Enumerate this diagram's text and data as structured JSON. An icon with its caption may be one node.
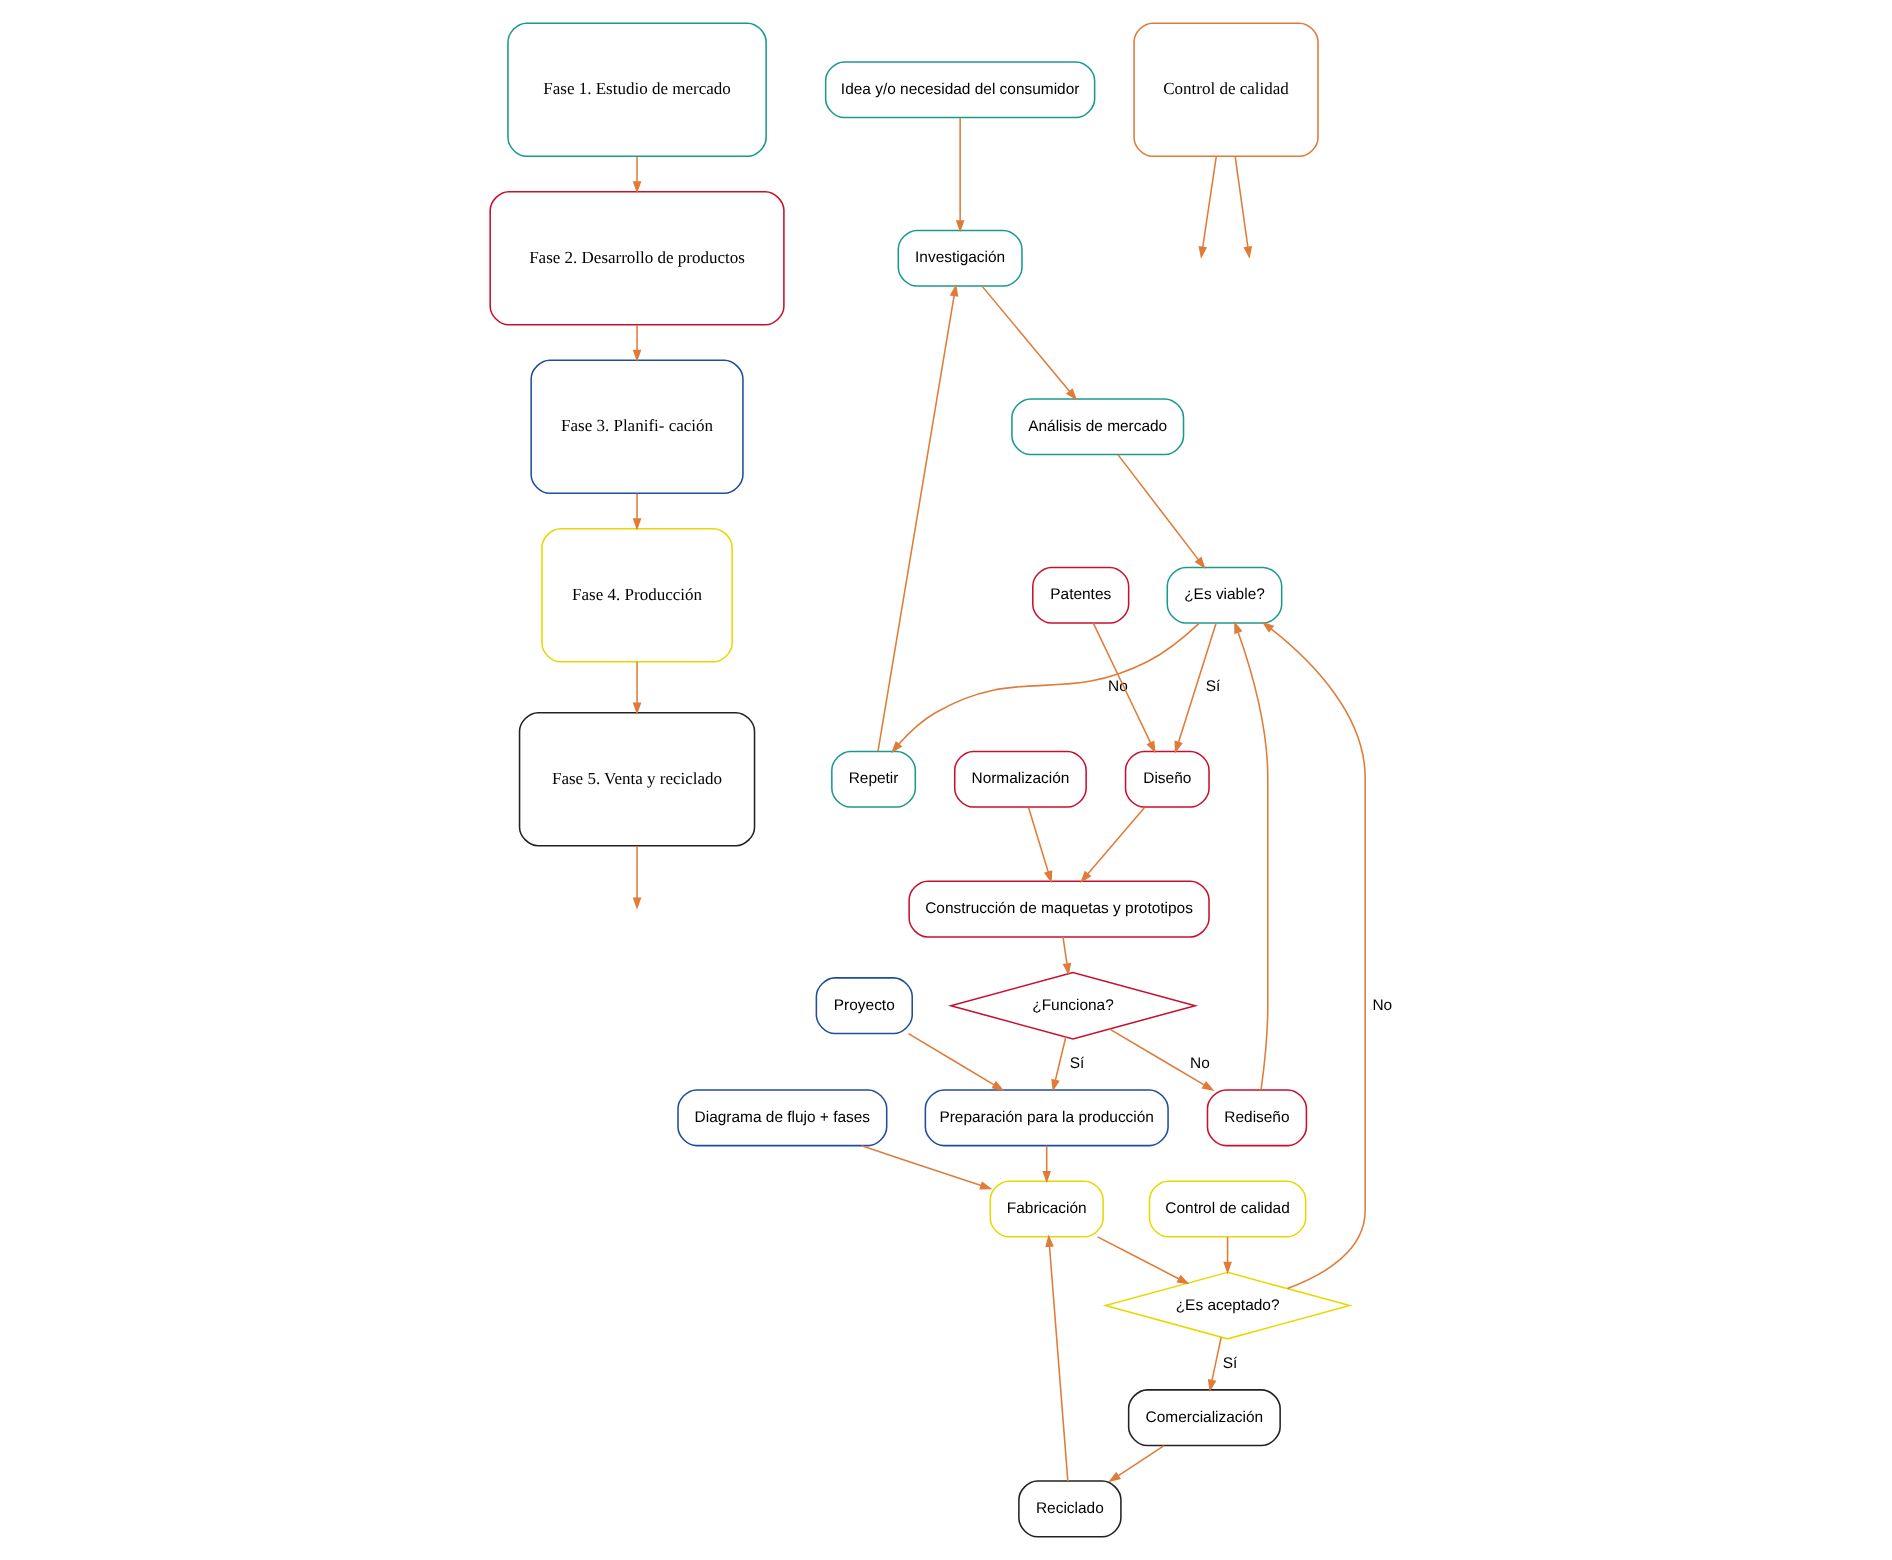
{
  "diagram": {
    "nodes": [
      {
        "text": [
          "Fase 1. Estudio de mercado"
        ]
      },
      {
        "text": [
          "Fase 2. Desarrollo de productos"
        ]
      },
      {
        "text": [
          "Fase 3. Planifi- cación"
        ]
      },
      {
        "text": [
          "Fase 4. Producción"
        ]
      },
      {
        "text": [
          "Fase 5. Venta y reciclado"
        ]
      },
      {
        "text": [
          "Idea y/o necesidad del consumidor"
        ]
      },
      {
        "text": [
          "Repetir"
        ]
      },
      {
        "text": [
          "Investigación"
        ]
      },
      {
        "text": [
          "Análisis de mercado"
        ]
      },
      {
        "text": [
          "¿Es viable?"
        ]
      },
      {
        "text": [
          "Patentes"
        ]
      },
      {
        "text": [
          "Diseño"
        ]
      },
      {
        "text": [
          "Normalización"
        ]
      },
      {
        "text": [
          "Construcción de maquetas y prototipos"
        ]
      },
      {
        "text": [
          "¿Funciona?"
        ]
      },
      {
        "text": [
          "Rediseño"
        ]
      },
      {
        "text": [
          "Proyecto"
        ]
      },
      {
        "text": [
          "Preparación para la producción"
        ]
      },
      {
        "text": [
          "Diagrama de flujo + fases"
        ]
      },
      {
        "text": [
          "Fabricación"
        ]
      },
      {
        "text": [
          "¿Es aceptado?"
        ]
      },
      {
        "text": [
          "Control de calidad"
        ]
      },
      {
        "text": [
          "Comercialización"
        ]
      },
      {
        "text": [
          "Reciclado"
        ]
      },
      {
        "text": [
          "Control de calidad"
        ]
      }
    ],
    "edges": [
      {
        "from": 0,
        "to": 1,
        "arrow": "to"
      },
      {
        "from": 1,
        "to": 2,
        "arrow": "to"
      },
      {
        "from": 2,
        "to": 3,
        "arrow": "to"
      },
      {
        "from": 3,
        "to": 4,
        "arrow": "to"
      },
      {
        "from": 4,
        "to": null,
        "arrow": "to"
      },
      {
        "from": 5,
        "to": 7,
        "arrow": "to"
      },
      {
        "from": 7,
        "to": 8,
        "arrow": "to"
      },
      {
        "from": 8,
        "to": 9,
        "arrow": "to"
      },
      {
        "from": 9,
        "to": 6,
        "arrow": "to",
        "label": "No"
      },
      {
        "from": 6,
        "to": 7,
        "arrow": "to"
      },
      {
        "from": 9,
        "to": 11,
        "arrow": "to",
        "label": "Sí"
      },
      {
        "from": 10,
        "to": 11,
        "arrow": "to"
      },
      {
        "from": 11,
        "to": 13,
        "arrow": "to"
      },
      {
        "from": 12,
        "to": 13,
        "arrow": "to"
      },
      {
        "from": 13,
        "to": 14,
        "arrow": "to"
      },
      {
        "from": 14,
        "to": 15,
        "arrow": "to",
        "label": "No"
      },
      {
        "from": 15,
        "to": 9,
        "arrow": "to"
      },
      {
        "from": 14,
        "to": 17,
        "arrow": "to",
        "label": "Sí"
      },
      {
        "from": 16,
        "to": 17,
        "arrow": "to"
      },
      {
        "from": 17,
        "to": 19,
        "arrow": "to"
      },
      {
        "from": 18,
        "to": 19,
        "arrow": "to"
      },
      {
        "from": 19,
        "to": 20,
        "arrow": "to"
      },
      {
        "from": 20,
        "to": 9,
        "arrow": "to",
        "label": "No"
      },
      {
        "from": 21,
        "to": 20,
        "arrow": "to"
      },
      {
        "from": 20,
        "to": 22,
        "arrow": "to",
        "label": "Sí"
      },
      {
        "from": 22,
        "to": 23,
        "arrow": "to"
      },
      {
        "from": 23,
        "to": 19,
        "arrow": "to"
      },
      {
        "from": 24,
        "to": null,
        "arrow": "to"
      },
      {
        "from": 24,
        "to": null,
        "arrow": "to"
      }
    ]
  }
}
